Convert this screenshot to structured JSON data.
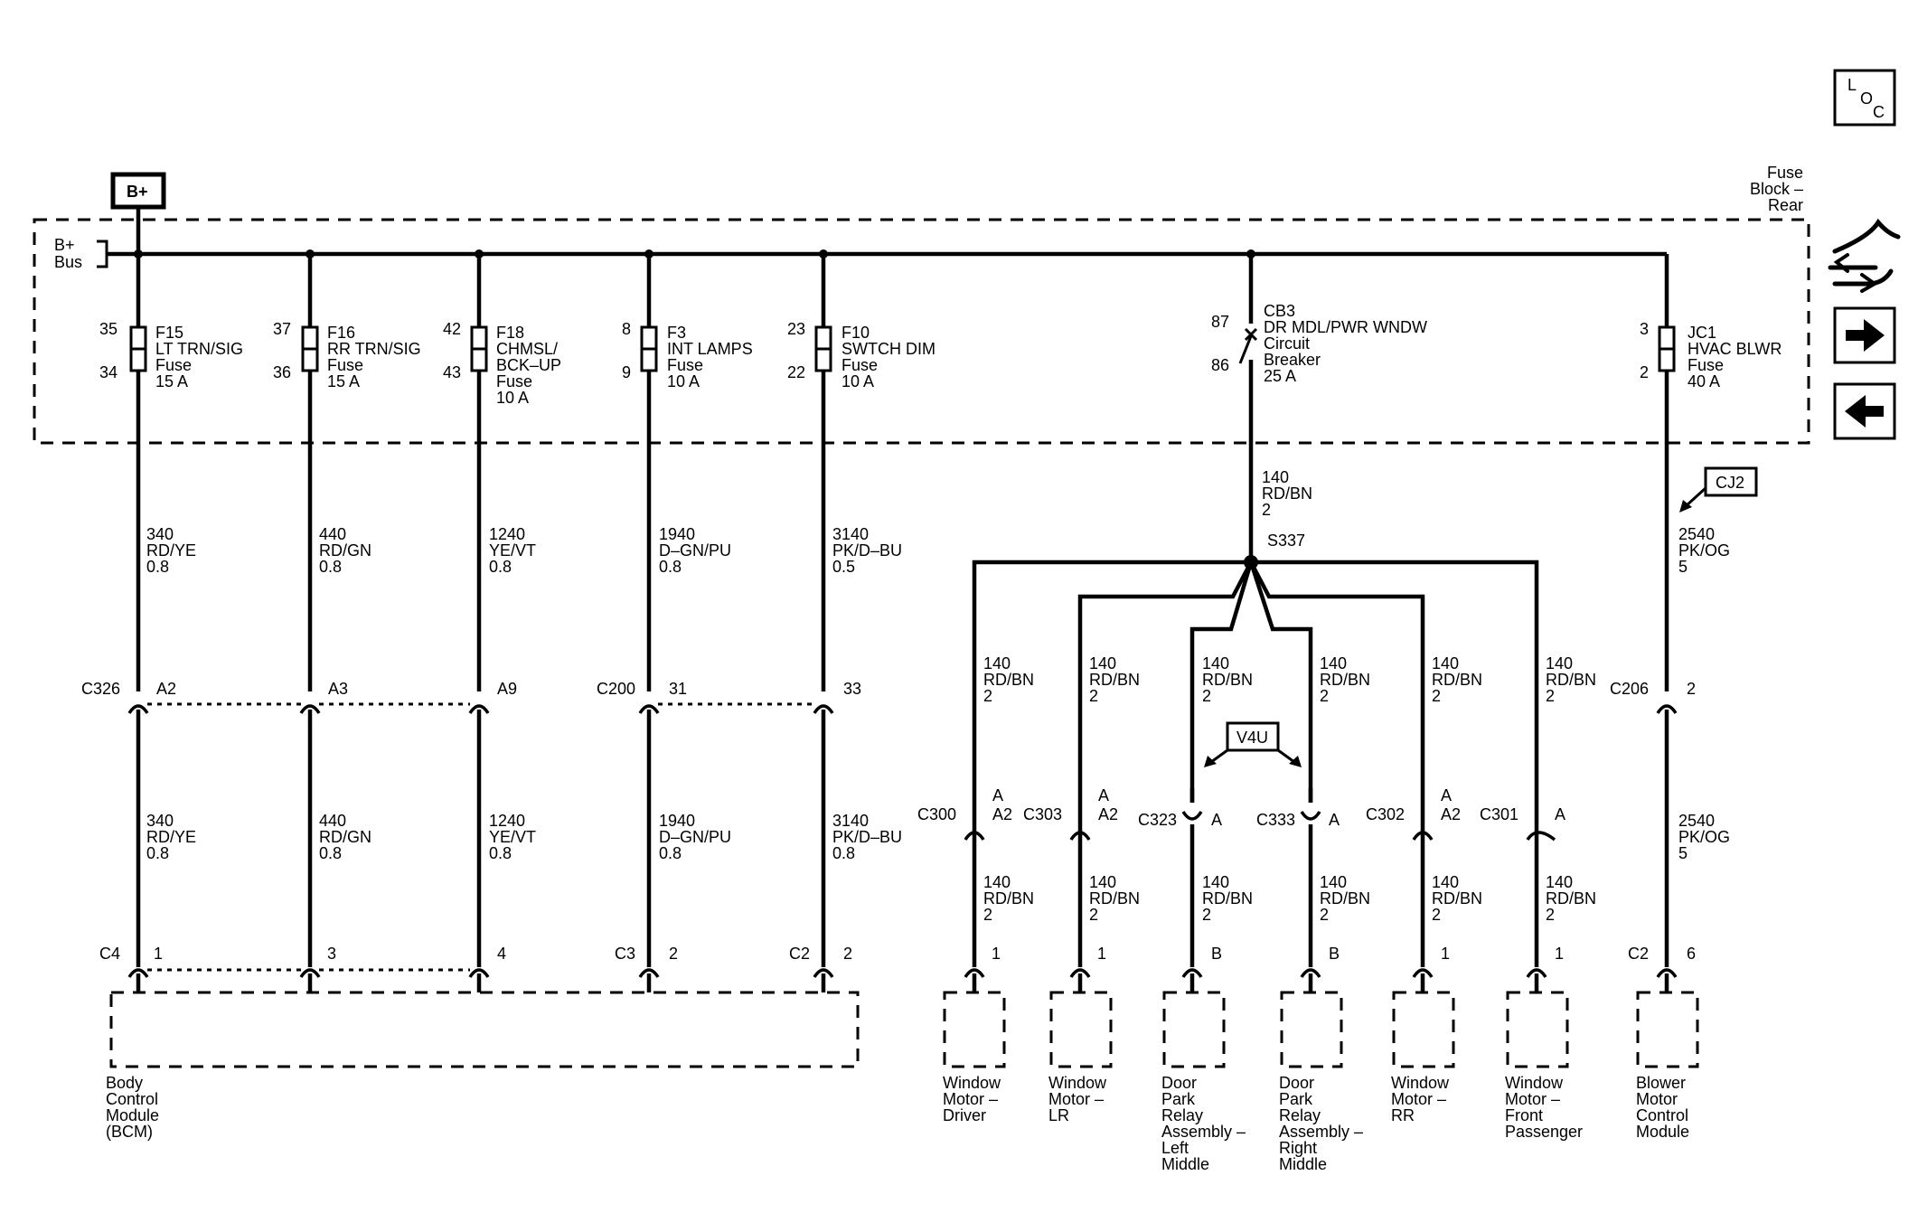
{
  "loc_button": {
    "l1": "L",
    "l2": "O",
    "l3": "C"
  },
  "bplus_label": "B+",
  "fuse_block": {
    "l1": "Fuse",
    "l2": "Block –",
    "l3": "Rear"
  },
  "bus_label": {
    "l1": "B+",
    "l2": "Bus"
  },
  "fuses": [
    {
      "pin_in": "35",
      "pin_out": "34",
      "name": "F15",
      "desc": "LT TRN/SIG",
      "l3": "Fuse",
      "l4": "15 A",
      "l5": ""
    },
    {
      "pin_in": "37",
      "pin_out": "36",
      "name": "F16",
      "desc": "RR TRN/SIG",
      "l3": "Fuse",
      "l4": "15 A",
      "l5": ""
    },
    {
      "pin_in": "42",
      "pin_out": "43",
      "name": "F18",
      "desc": "CHMSL/",
      "l3": "BCK–UP",
      "l4": "Fuse",
      "l5": "10 A"
    },
    {
      "pin_in": "8",
      "pin_out": "9",
      "name": "F3",
      "desc": "INT LAMPS",
      "l3": "Fuse",
      "l4": "10 A",
      "l5": ""
    },
    {
      "pin_in": "23",
      "pin_out": "22",
      "name": "F10",
      "desc": "SWTCH DIM",
      "l3": "Fuse",
      "l4": "10 A",
      "l5": ""
    },
    {
      "pin_in": "3",
      "pin_out": "2",
      "name": "JC1",
      "desc": "HVAC BLWR",
      "l3": "Fuse",
      "l4": "40 A",
      "l5": ""
    }
  ],
  "breaker": {
    "pin_in": "87",
    "pin_out": "86",
    "name": "CB3",
    "desc": "DR MDL/PWR WNDW",
    "l3": "Circuit",
    "l4": "Breaker",
    "l5": "25 A"
  },
  "upper_wires": [
    {
      "num": "340",
      "color": "RD/YE",
      "gauge": "0.8"
    },
    {
      "num": "440",
      "color": "RD/GN",
      "gauge": "0.8"
    },
    {
      "num": "1240",
      "color": "YE/VT",
      "gauge": "0.8"
    },
    {
      "num": "1940",
      "color": "D–GN/PU",
      "gauge": "0.8"
    },
    {
      "num": "3140",
      "color": "PK/D–BU",
      "gauge": "0.5"
    },
    {
      "num": "140",
      "color": "RD/BN",
      "gauge": "2"
    },
    {
      "num": "2540",
      "color": "PK/OG",
      "gauge": "5"
    }
  ],
  "lower_wires": [
    {
      "num": "340",
      "color": "RD/YE",
      "gauge": "0.8"
    },
    {
      "num": "440",
      "color": "RD/GN",
      "gauge": "0.8"
    },
    {
      "num": "1240",
      "color": "YE/VT",
      "gauge": "0.8"
    },
    {
      "num": "1940",
      "color": "D–GN/PU",
      "gauge": "0.8"
    },
    {
      "num": "3140",
      "color": "PK/D–BU",
      "gauge": "0.8"
    },
    {
      "num": "2540",
      "color": "PK/OG",
      "gauge": "5"
    }
  ],
  "splice": "S337",
  "cj2": "CJ2",
  "v4u": "V4U",
  "branch_wire": {
    "num": "140",
    "color": "RD/BN",
    "gauge": "2"
  },
  "mid_connectors": {
    "c326": "C326",
    "a2": "A2",
    "a3": "A3",
    "a9": "A9",
    "c200": "C200",
    "p31": "31",
    "p33": "33",
    "c206": "C206",
    "p2": "2"
  },
  "window_connectors": [
    {
      "name": "C300",
      "top": "A",
      "pin": "A2"
    },
    {
      "name": "C303",
      "top": "A",
      "pin": "A2"
    },
    {
      "name": "C323",
      "top": "",
      "pin": "A"
    },
    {
      "name": "C333",
      "top": "",
      "pin": "A"
    },
    {
      "name": "C302",
      "top": "A",
      "pin": "A2"
    },
    {
      "name": "C301",
      "top": "",
      "pin": "A"
    }
  ],
  "bottom_connectors": [
    {
      "name": "C4",
      "pin": "1"
    },
    {
      "name": "",
      "pin": "3"
    },
    {
      "name": "",
      "pin": "4"
    },
    {
      "name": "C3",
      "pin": "2"
    },
    {
      "name": "C2",
      "pin": "2"
    },
    {
      "name": "",
      "pin": "1"
    },
    {
      "name": "",
      "pin": "1"
    },
    {
      "name": "",
      "pin": "B"
    },
    {
      "name": "",
      "pin": "B"
    },
    {
      "name": "",
      "pin": "1"
    },
    {
      "name": "",
      "pin": "1"
    },
    {
      "name": "C2",
      "pin": "6"
    }
  ],
  "components": {
    "bcm": [
      "Body",
      "Control",
      "Module",
      "(BCM)"
    ],
    "win_driver": [
      "Window",
      "Motor –",
      "Driver"
    ],
    "win_lr": [
      "Window",
      "Motor –",
      "LR"
    ],
    "relay_left": [
      "Door",
      "Park",
      "Relay",
      "Assembly –",
      "Left",
      "Middle"
    ],
    "relay_right": [
      "Door",
      "Park",
      "Relay",
      "Assembly –",
      "Right",
      "Middle"
    ],
    "win_rr": [
      "Window",
      "Motor –",
      "RR"
    ],
    "win_front_pass": [
      "Window",
      "Motor –",
      "Front",
      "Passenger"
    ],
    "blower": [
      "Blower",
      "Motor",
      "Control",
      "Module"
    ]
  },
  "icons": [
    "loc-icon",
    "harness-icon",
    "arrow-right-icon",
    "arrow-left-icon"
  ]
}
